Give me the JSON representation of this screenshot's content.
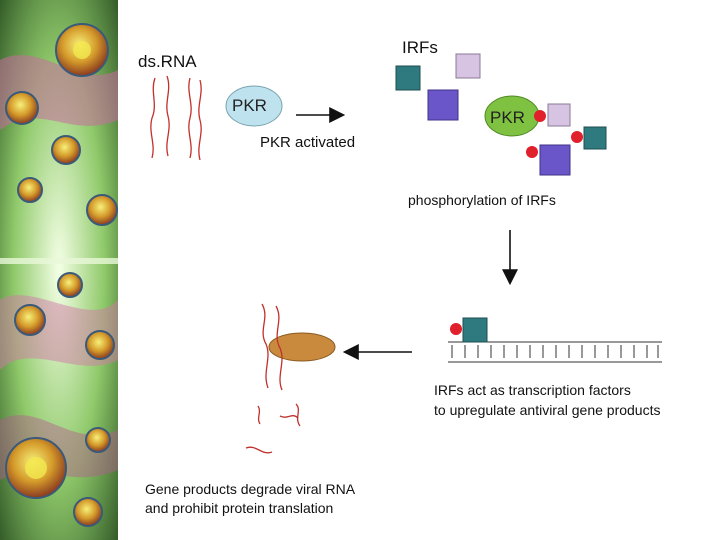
{
  "labels": {
    "dsrna": "ds.RNA",
    "irfs": "IRFs",
    "pkr_inactive": "PKR",
    "pkr_active": "PKR",
    "pkr_activated": "PKR activated",
    "phosphorylation": "phosphorylation of IRFs",
    "transcription": "IRFs act as transcription factors\nto upregulate antiviral gene products",
    "gene_products": "Gene products degrade viral RNA\nand prohibit protein translation"
  },
  "colors": {
    "pkr_fill": "#bfe3ee",
    "pkr_active_fill": "#7fc241",
    "irf_teal": "#2f7a7e",
    "irf_purple": "#6a56c8",
    "irf_lavender": "#d7c3e2",
    "phosphate_red": "#e0202a",
    "rna_red": "#c0312c",
    "gene_product_fill": "#c98a3e",
    "dna_line": "#333333"
  },
  "icons": {
    "sidebar": "virus-texture-image",
    "arrow": "arrow-icon",
    "phosphate": "phosphate-dot-icon"
  }
}
